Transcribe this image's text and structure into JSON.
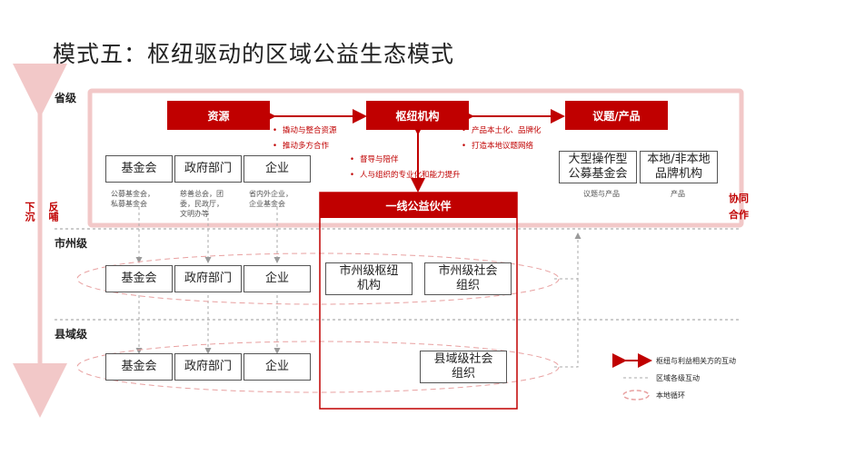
{
  "title": "模式五：枢纽驱动的区域公益生态模式",
  "levels": {
    "province": "省级",
    "city": "市州级",
    "county": "县域级"
  },
  "side_labels": {
    "down": "下沉",
    "up": "反哺"
  },
  "collab": {
    "line1": "协同",
    "line2": "合作"
  },
  "top_boxes": {
    "resources": "资源",
    "hub": "枢纽机构",
    "topics": "议题/产品"
  },
  "hub_left_bullets": [
    "撬动与整合资源",
    "推动多方合作"
  ],
  "hub_center_bullets": [
    "督导与陪伴",
    "人与组织的专业化和能力提升"
  ],
  "hub_right_bullets": [
    "产品本土化、品牌化",
    "打造本地议题网络"
  ],
  "province_boxes": [
    "基金会",
    "政府部门",
    "企业"
  ],
  "province_notes": [
    "公募基金会，\n私募基金会",
    "慈善总会，团\n委，民政厅，\n文明办等",
    "省内外企业，\n企业基金会"
  ],
  "topic_boxes": [
    "大型操作型\n公募基金会",
    "本地/非本地\n品牌机构"
  ],
  "topic_notes": [
    "议题与产品",
    "产品"
  ],
  "partner_title": "一线公益伙伴",
  "city_boxes": [
    "基金会",
    "政府部门",
    "企业"
  ],
  "city_partner_boxes": [
    "市州级枢纽\n机构",
    "市州级社会\n组织"
  ],
  "county_boxes": [
    "基金会",
    "政府部门",
    "企业"
  ],
  "county_partner_boxes": [
    "县域级社会\n组织"
  ],
  "legend": [
    "枢纽与利益相关方的互动",
    "区域各级互动",
    "本地循环"
  ],
  "colors": {
    "accent": "#c00000",
    "border_light": "#f2c8c8"
  }
}
